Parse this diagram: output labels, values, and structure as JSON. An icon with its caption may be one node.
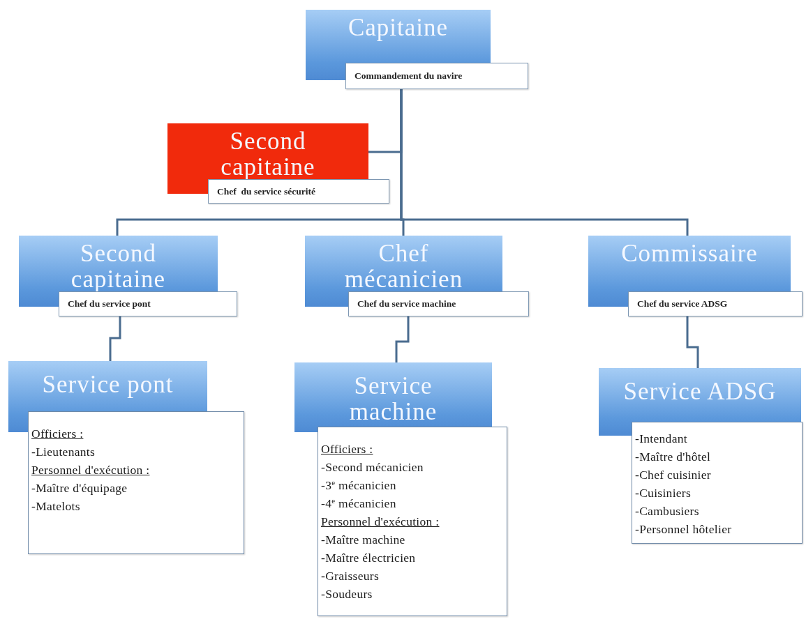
{
  "diagram": {
    "nodes": [
      {
        "text": [
          "Capitaine",
          "Commandement du navire"
        ]
      },
      {
        "text": [
          "Second capitaine",
          "Chef  du service sécurité"
        ]
      },
      {
        "text": [
          "Second capitaine",
          "Chef du service pont"
        ]
      },
      {
        "text": [
          "Chef mécanicien",
          "Chef du service machine"
        ]
      },
      {
        "text": [
          "Commissaire",
          "Chef du service ADSG"
        ]
      },
      {
        "text": [
          "Service pont",
          "Officiers :",
          "-Lieutenants",
          "Personnel d'exécution :",
          "-Maître d'équipage",
          "-Matelots"
        ]
      },
      {
        "text": [
          "Service machine",
          "Officiers :",
          "-Second mécanicien",
          "-3$^{e}$ mécanicien",
          "-4$^{e}$ mécanicien",
          "Personnel d'exécution :",
          "-Maître machine",
          "-Maître électricien",
          "-Graisseurs",
          "-Soudeurs"
        ]
      },
      {
        "text": [
          "Service ADSG",
          "-Intendant",
          "-Maître d'hôtel",
          "-Chef cuisinier",
          "-Cuisiniers",
          "-Cambusiers",
          "-Personnel hôtelier"
        ]
      }
    ],
    "edges": [
      {
        "from": 0,
        "to": 1,
        "arrow": "none"
      },
      {
        "from": 0,
        "to": 2,
        "arrow": "none"
      },
      {
        "from": 0,
        "to": 3,
        "arrow": "none"
      },
      {
        "from": 0,
        "to": 4,
        "arrow": "none"
      },
      {
        "from": 2,
        "to": 5,
        "arrow": "none"
      },
      {
        "from": 3,
        "to": 6,
        "arrow": "none"
      },
      {
        "from": 4,
        "to": 7,
        "arrow": "none"
      }
    ]
  }
}
